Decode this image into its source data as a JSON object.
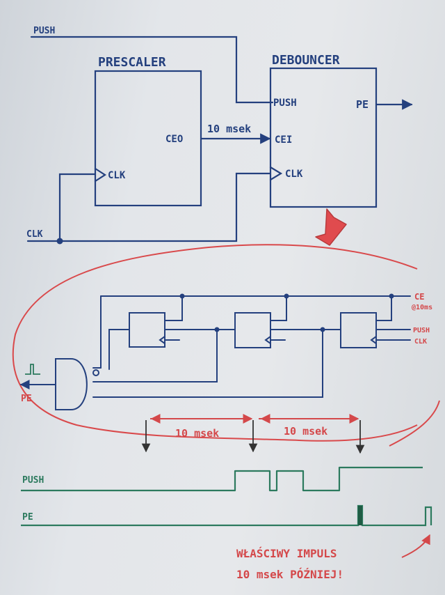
{
  "colors": {
    "blue_ink": "#24407e",
    "red_ink": "#d4484a",
    "green_ink": "#2c7a5e",
    "paper": "#e3e6ea"
  },
  "top": {
    "push_label": "PUSH",
    "clk_label": "CLK",
    "prescaler": {
      "title": "PRESCALER",
      "ceo": "CEO",
      "clk": "CLK"
    },
    "debouncer": {
      "title": "DEBOUNCER",
      "push": "PUSH",
      "cei": "CEI",
      "clk": "CLK",
      "pe": "PE"
    },
    "wire_label": "10 msek"
  },
  "schematic": {
    "ce_label": "CE",
    "ce_rate": "@10ms",
    "push_label": "PUSH",
    "clk_label": "CLK",
    "pe_label": "PE"
  },
  "timing": {
    "interval1": "10 msek",
    "interval2": "10 msek",
    "push_label": "PUSH",
    "pe_label": "PE",
    "note_line1": "WŁAŚCIWY IMPULS",
    "note_line2": "10 msek PÓŹNIEJ!"
  }
}
